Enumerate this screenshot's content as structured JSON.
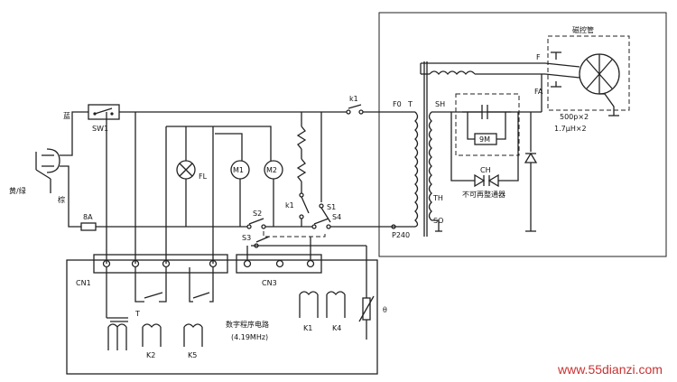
{
  "labels": {
    "sw1": "SW1",
    "fl": "FL",
    "m1": "M1",
    "m2": "M2",
    "k1_top": "k1",
    "k1_mid": "k1",
    "s1": "S1",
    "s2": "S2",
    "s3": "S3",
    "s4": "S4",
    "fuse": "8A",
    "wire_blue": "蓝",
    "wire_brown": "棕",
    "wire_yellow_green": "黄/绿",
    "cn1": "CN1",
    "cn3": "CN3",
    "k2": "K2",
    "k5": "K5",
    "k1": "K1",
    "k4": "K4",
    "t_small": "T",
    "theta": "θ",
    "digital_circuit": "数字程序电路",
    "digital_freq": "(4.19MHz)",
    "fo": "F0",
    "t_trans": "T",
    "p240": "P240",
    "sh": "SH",
    "th": "TH",
    "so": "SO",
    "fa": "FA",
    "f": "F",
    "magnetron": "磁控管",
    "cap_spec": "500p×2",
    "ind_spec": "1.7μH×2",
    "resistor_9m": "9M",
    "ch": "CH",
    "not_replaceable": "不可再整通器",
    "watermark": "www.55dianzi.com"
  }
}
